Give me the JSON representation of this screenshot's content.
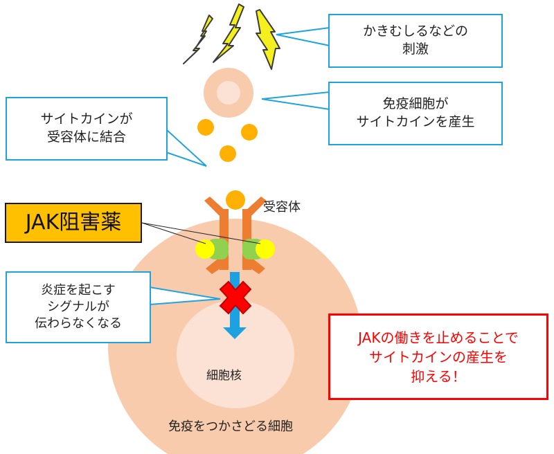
{
  "stimulus_box": {
    "line1": "かきむしるなどの",
    "line2": "刺激"
  },
  "immune_box": {
    "line1": "免疫細胞が",
    "line2": "サイトカインを産生"
  },
  "binding_box": {
    "line1": "サイトカインが",
    "line2": "受容体に結合"
  },
  "receptor_label": "受容体",
  "jak_drug_label": "JAK阻害薬",
  "signal_box": {
    "line1": "炎症を起こす",
    "line2": "シグナルが",
    "line3": "伝わらなくなる"
  },
  "nucleus_label": "細胞核",
  "cell_label": "免疫をつかさどる細胞",
  "summary_box": {
    "line1": "JAKの働きを止めることで",
    "line2": "サイトカインの産生を",
    "line3": "抑える！"
  },
  "colors": {
    "lightning_fill": "#f4ef1f",
    "cytokine": "#ffb000",
    "receptor": "#ed7d31",
    "jak_green": "#92d050",
    "jak_yellow": "#ffff00",
    "cell": "#f8cbad",
    "nucleus": "#fbe2d5",
    "arrow": "#1ea1e0",
    "block_x": "#ff0000",
    "callout_border": "#1fa3df",
    "summary_border": "#ff0000",
    "drug_label_bg": "#ffc000"
  }
}
